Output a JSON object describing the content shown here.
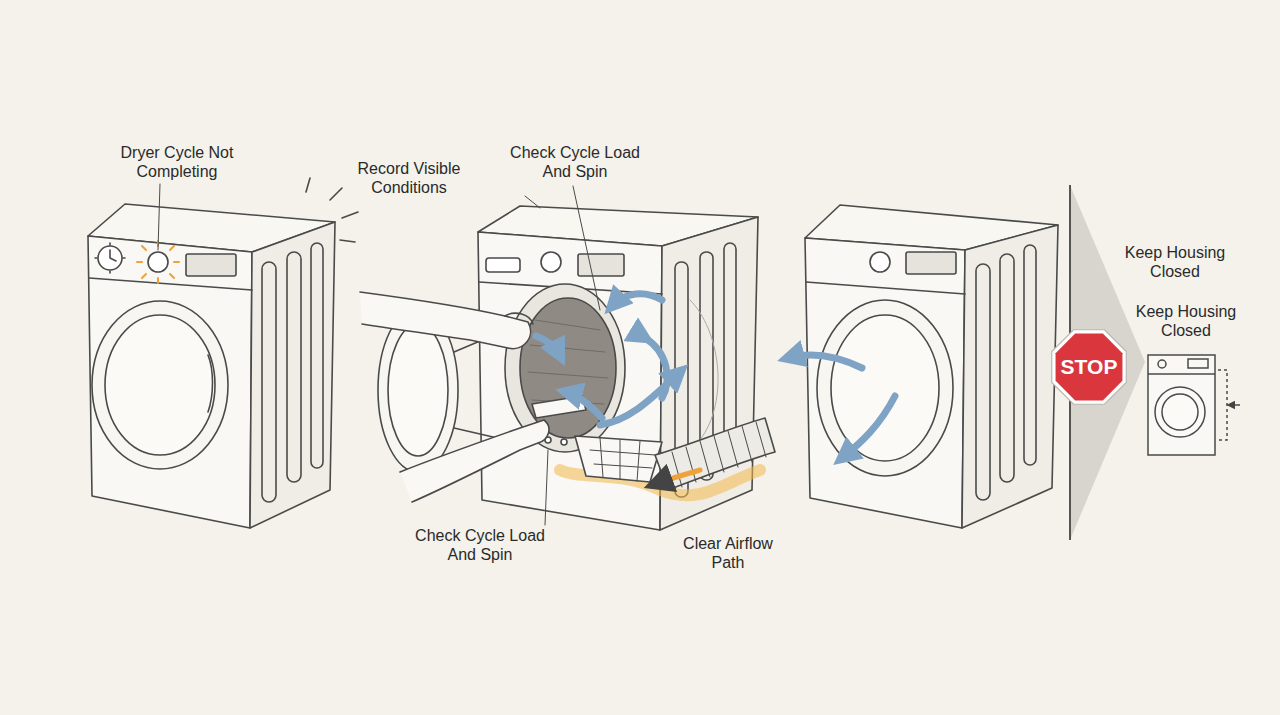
{
  "diagram": {
    "nodes": [
      {
        "text": [
          "STOP"
        ]
      }
    ],
    "labels": [
      "Dryer Cycle Not Completing",
      "Record Visible Conditions",
      "Check Cycle Load And Spin",
      "Keep Housing Closed",
      "Keep Housing Closed",
      "Check Cycle Load And Spin",
      "Clear Airflow Path"
    ]
  }
}
